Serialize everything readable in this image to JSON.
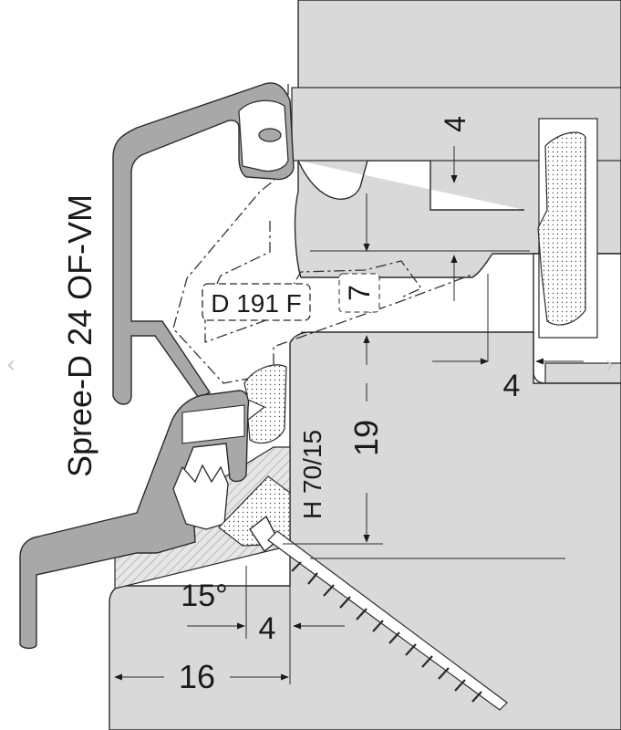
{
  "drawing": {
    "profile_name": "Spree-D 24 OF-VM",
    "seal_label_upper": "D 191 F",
    "seal_label_lower": "H 70/15",
    "dimensions": {
      "dim_4_top": "4",
      "dim_7": "7",
      "dim_4_right": "4",
      "dim_19": "19",
      "angle_15": "15°",
      "dim_4_bottom": "4",
      "dim_16": "16"
    }
  },
  "navigation": {
    "prev_icon": "chevron-left-icon",
    "next_icon": "chevron-right-icon",
    "prev_glyph": "‹",
    "next_glyph": "›"
  },
  "colors": {
    "wall": "#d9d9d9",
    "profile": "#a8a8a8",
    "line": "#2a2a2a"
  }
}
